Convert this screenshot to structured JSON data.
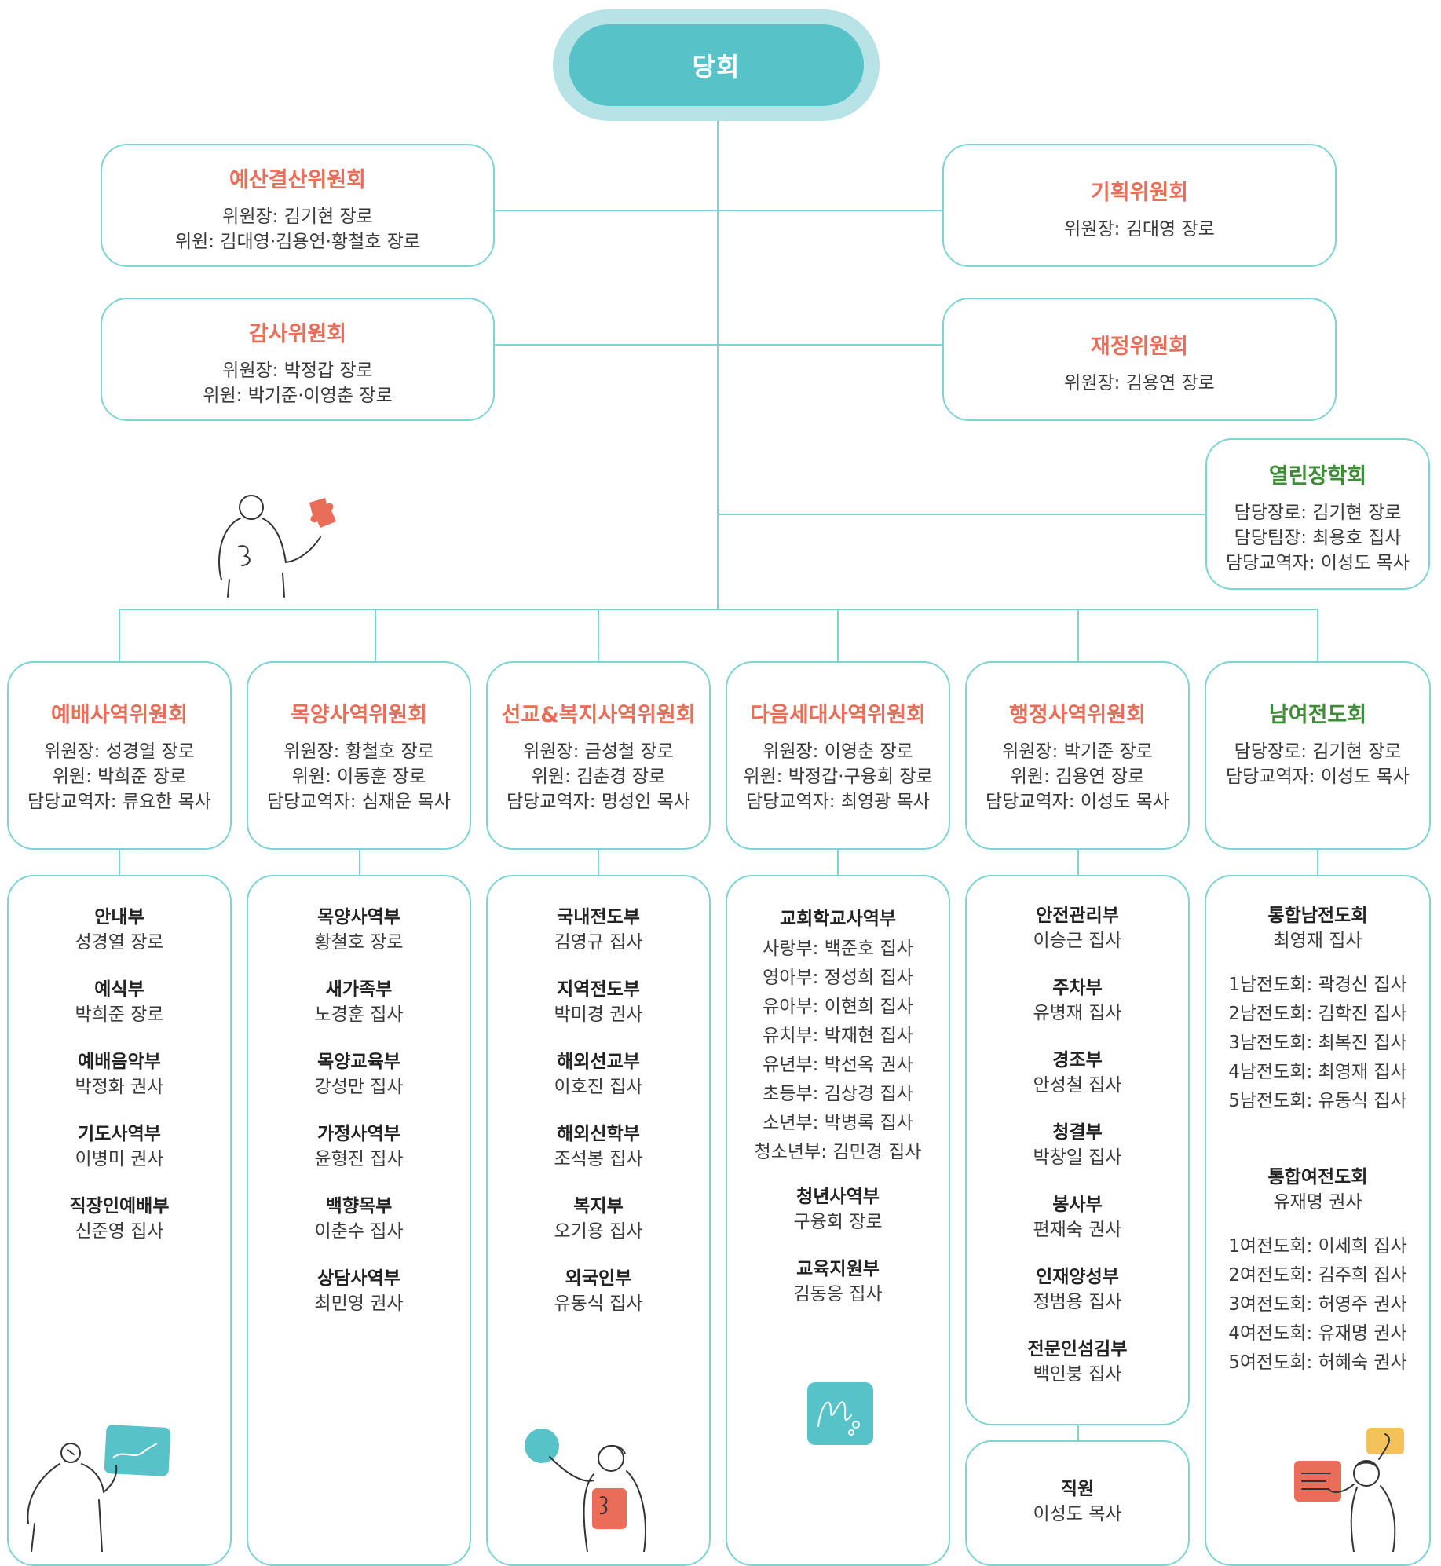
{
  "root": {
    "label": "당회"
  },
  "committees_top": [
    {
      "title": "예산결산위원회",
      "lines": [
        "위원장: 김기현 장로",
        "위원: 김대영·김용연·황철호 장로"
      ]
    },
    {
      "title": "기획위원회",
      "lines": [
        "위원장: 김대영 장로"
      ]
    },
    {
      "title": "감사위원회",
      "lines": [
        "위원장: 박정갑 장로",
        "위원: 박기준·이영춘 장로"
      ]
    },
    {
      "title": "재정위원회",
      "lines": [
        "위원장: 김용연 장로"
      ]
    },
    {
      "title": "열린장학회",
      "lines": [
        "담당장로: 김기현 장로",
        "담당팀장: 최용호 집사",
        "담당교역자: 이성도 목사"
      ]
    }
  ],
  "ministries": [
    {
      "title": "예배사역위원회",
      "lines": [
        "위원장: 성경열 장로",
        "위원: 박희준 장로",
        "담당교역자: 류요한 목사"
      ]
    },
    {
      "title": "목양사역위원회",
      "lines": [
        "위원장: 황철호 장로",
        "위원: 이동훈 장로",
        "담당교역자: 심재운 목사"
      ]
    },
    {
      "title": "선교&복지사역위원회",
      "lines": [
        "위원장: 금성철 장로",
        "위원: 김춘경 장로",
        "담당교역자: 명성인 목사"
      ]
    },
    {
      "title": "다음세대사역위원회",
      "lines": [
        "위원장: 이영춘 장로",
        "위원: 박정갑·구융회 장로",
        "담당교역자: 최영광 목사"
      ]
    },
    {
      "title": "행정사역위원회",
      "lines": [
        "위원장: 박기준 장로",
        "위원: 김용연 장로",
        "담당교역자: 이성도 목사"
      ]
    },
    {
      "title": "남여전도회",
      "lines": [
        "담당장로: 김기현 장로",
        "담당교역자: 이성도 목사"
      ]
    }
  ],
  "departments": {
    "worship": [
      {
        "name": "안내부",
        "person": "성경열 장로"
      },
      {
        "name": "예식부",
        "person": "박희준 장로"
      },
      {
        "name": "예배음악부",
        "person": "박정화 권사"
      },
      {
        "name": "기도사역부",
        "person": "이병미 권사"
      },
      {
        "name": "직장인예배부",
        "person": "신준영 집사"
      }
    ],
    "pastoral": [
      {
        "name": "목양사역부",
        "person": "황철호 장로"
      },
      {
        "name": "새가족부",
        "person": "노경훈 집사"
      },
      {
        "name": "목양교육부",
        "person": "강성만 집사"
      },
      {
        "name": "가정사역부",
        "person": "윤형진 집사"
      },
      {
        "name": "백향목부",
        "person": "이춘수 집사"
      },
      {
        "name": "상담사역부",
        "person": "최민영 권사"
      }
    ],
    "mission": [
      {
        "name": "국내전도부",
        "person": "김영규 집사"
      },
      {
        "name": "지역전도부",
        "person": "박미경 권사"
      },
      {
        "name": "해외선교부",
        "person": "이호진 집사"
      },
      {
        "name": "해외신학부",
        "person": "조석봉 집사"
      },
      {
        "name": "복지부",
        "person": "오기용 집사"
      },
      {
        "name": "외국인부",
        "person": "유동식 집사"
      }
    ],
    "nextgen": {
      "school_title": "교회학교사역부",
      "school_lines": [
        "사랑부: 백준호 집사",
        "영아부: 정성희 집사",
        "유아부: 이현희 집사",
        "유치부: 박재현 집사",
        "유년부: 박선옥 권사",
        "초등부: 김상경 집사",
        "소년부: 박병록 집사",
        "청소년부: 김민경 집사"
      ],
      "others": [
        {
          "name": "청년사역부",
          "person": "구융회 장로"
        },
        {
          "name": "교육지원부",
          "person": "김동응 집사"
        }
      ]
    },
    "admin": [
      {
        "name": "안전관리부",
        "person": "이승근 집사"
      },
      {
        "name": "주차부",
        "person": "유병재 집사"
      },
      {
        "name": "경조부",
        "person": "안성철 집사"
      },
      {
        "name": "청결부",
        "person": "박창일 집사"
      },
      {
        "name": "봉사부",
        "person": "편재숙 권사"
      },
      {
        "name": "인재양성부",
        "person": "정범용 집사"
      },
      {
        "name": "전문인섬김부",
        "person": "백인붕 집사"
      }
    ],
    "staff": {
      "name": "직원",
      "person": "이성도 목사"
    },
    "evangel": {
      "men_title": "통합남전도회",
      "men_leader": "최영재 집사",
      "men_lines": [
        "1남전도회: 곽경신 집사",
        "2남전도회: 김학진 집사",
        "3남전도회: 최복진 집사",
        "4남전도회: 최영재 집사",
        "5남전도회: 유동식 집사"
      ],
      "women_title": "통합여전도회",
      "women_leader": "유재명 권사",
      "women_lines": [
        "1여전도회: 이세희 집사",
        "2여전도회: 김주희 집사",
        "3여전도회: 허영주 권사",
        "4여전도회: 유재명 권사",
        "5여전도회: 허혜숙 권사"
      ]
    }
  },
  "colors": {
    "accent_teal": "#57c3c9",
    "line": "#7ed3d5",
    "title_orange": "#ea6d58",
    "title_green": "#3e8d36"
  },
  "illustrations": [
    "puzzle-person",
    "chart-person",
    "ball-person",
    "squiggle-card",
    "hands-person"
  ]
}
